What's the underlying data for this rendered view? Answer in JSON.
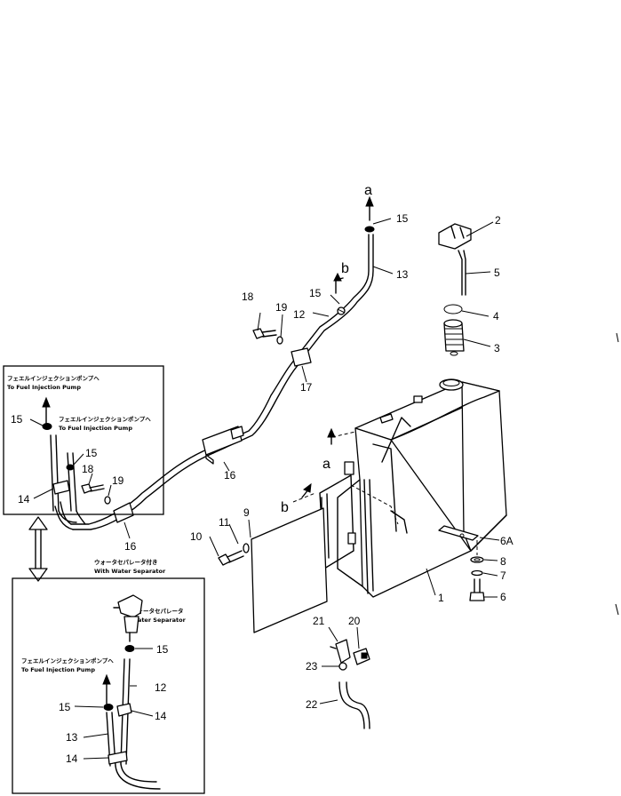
{
  "callouts": {
    "n1": "1",
    "n2": "2",
    "n3": "3",
    "n4": "4",
    "n5": "5",
    "n6": "6",
    "n6a": "6A",
    "n7": "7",
    "n8": "8",
    "n9": "9",
    "n10": "10",
    "n11": "11",
    "n12": "12",
    "n13": "13",
    "n15_top": "15",
    "n15_mid": "15",
    "n16_main": "16",
    "n16_left": "16",
    "n17": "17",
    "n18": "18",
    "n19": "19",
    "n20": "20",
    "n21": "21",
    "n22": "22",
    "n23": "23"
  },
  "arrows": {
    "a_top": "a",
    "a_tank": "a",
    "b_pipe": "b",
    "b_tank": "b"
  },
  "inset_upper": {
    "label_jp_1": "フェエルインジェクションポンプヘ",
    "label_en_1": "To Fuel Injection Pump",
    "label_jp_2": "フェエルインジェクションポンプヘ",
    "label_en_2": "To Fuel Injection Pump",
    "n15_a": "15",
    "n15_b": "15",
    "n14": "14",
    "n18": "18",
    "n19": "19"
  },
  "separator_note": {
    "jp": "ウォータセパレータ付き",
    "en": "With Water Separator"
  },
  "inset_lower": {
    "sep_jp": "ウォータセパレータ",
    "sep_en": "Water Separator",
    "label_jp": "フェエルインジェクションポンプヘ",
    "label_en": "To Fuel Injection Pump",
    "n15_a": "15",
    "n15_b": "15",
    "n12": "12",
    "n13": "13",
    "n14_a": "14",
    "n14_b": "14"
  }
}
